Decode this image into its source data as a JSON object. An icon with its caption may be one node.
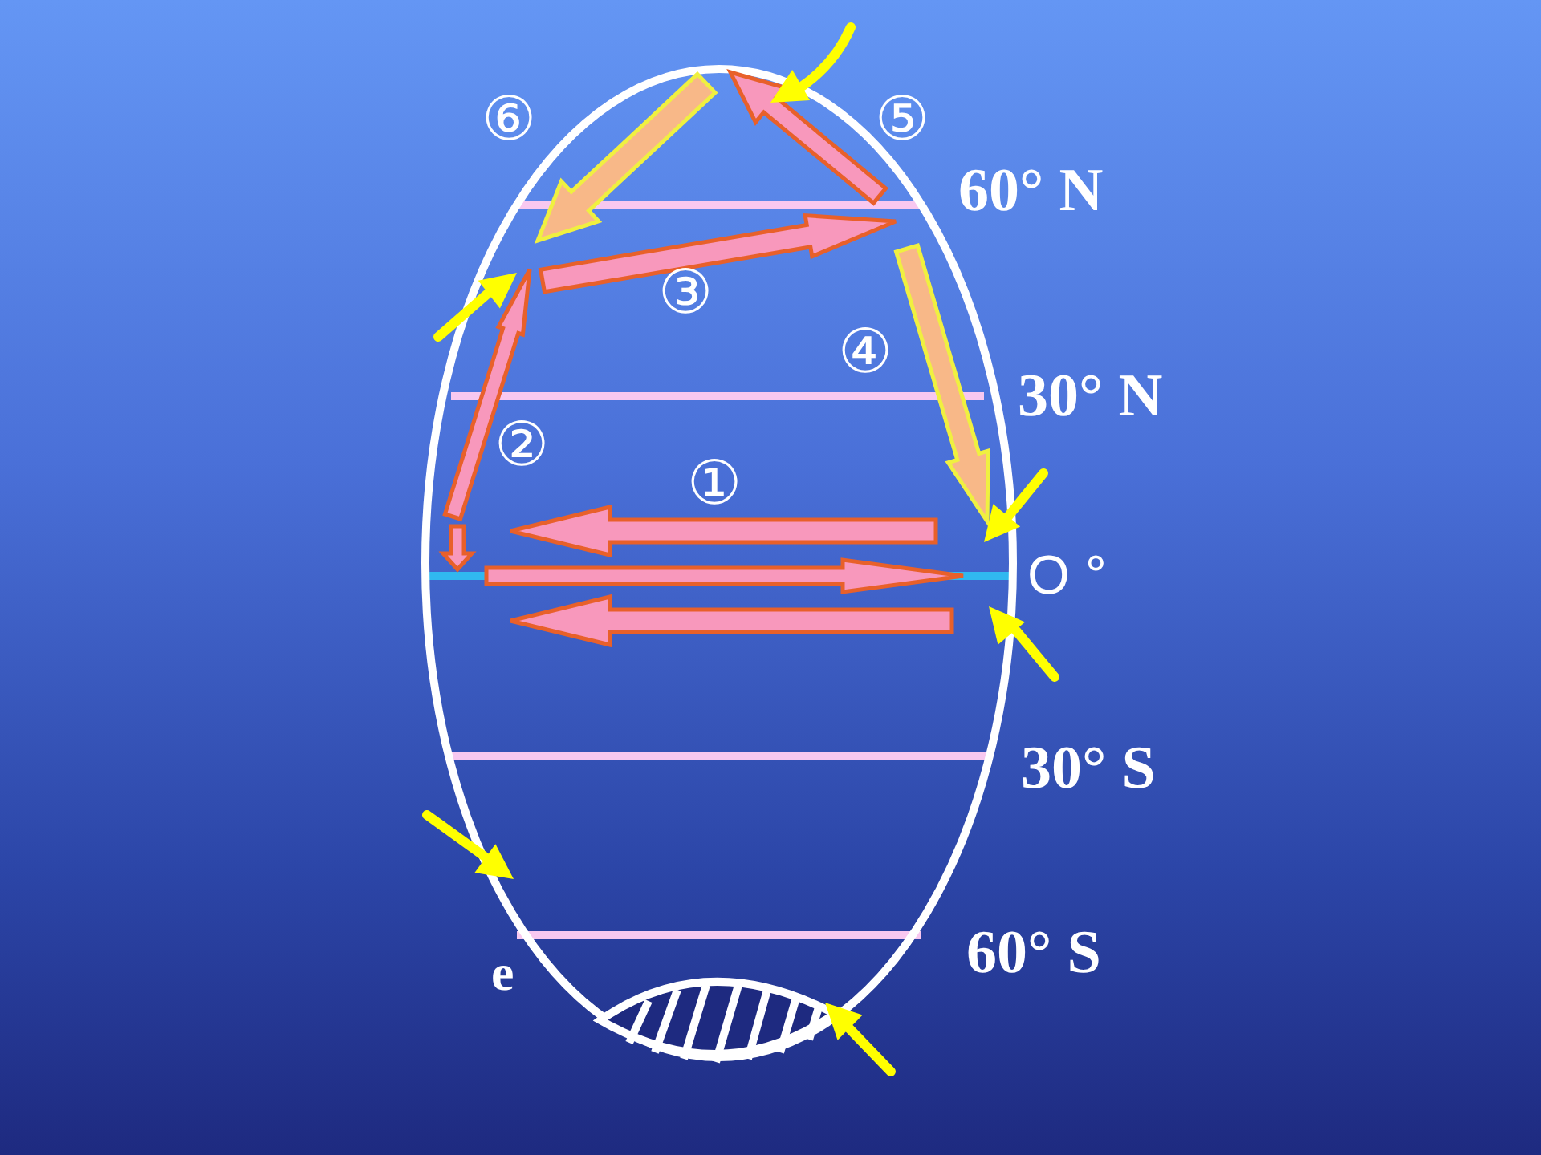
{
  "diagram": {
    "labels": [
      "⑥",
      "⑤",
      "60° N",
      "③",
      "④",
      "30° N",
      "②",
      "①",
      "O °",
      "30° S",
      "60° S",
      "e"
    ]
  }
}
